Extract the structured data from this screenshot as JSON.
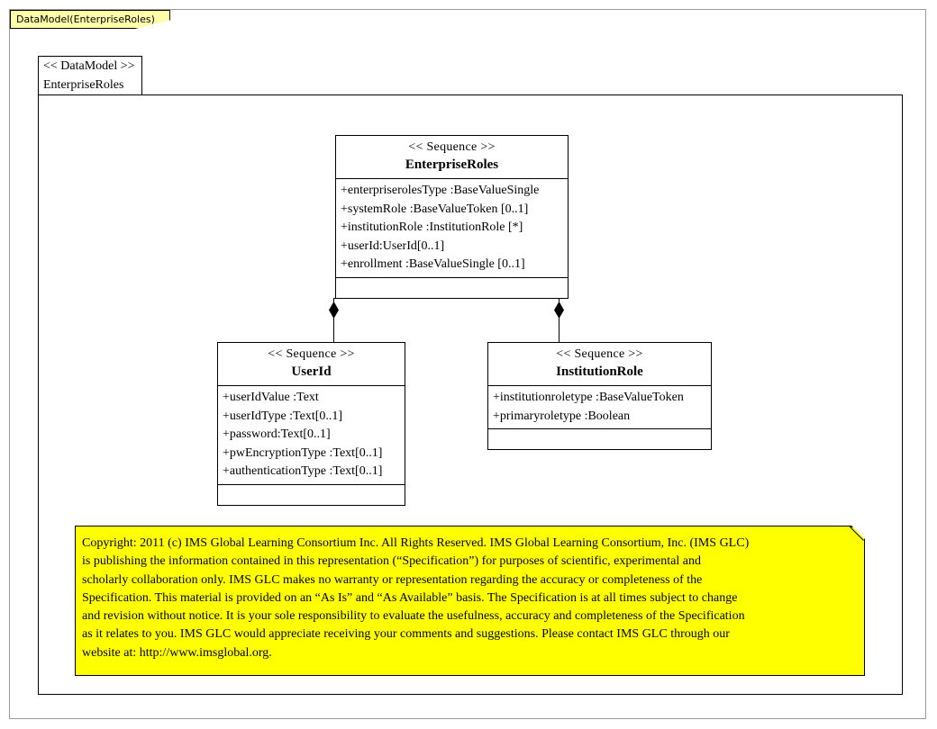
{
  "window": {
    "tab_label": "DataModel(EnterpriseRoles)"
  },
  "package": {
    "stereotype": "<< DataModel >>",
    "name": "EnterpriseRoles"
  },
  "classes": [
    {
      "id": "enterpriseroles",
      "stereotype": "<< Sequence >>",
      "name": "EnterpriseRoles",
      "attributes": [
        "+enterpriserolesType  :BaseValueSingle",
        "+systemRole :BaseValueToken [0..1]",
        "+institutionRole  :InstitutionRole  [*]",
        "+userId:UserId[0..1]",
        "+enrollment :BaseValueSingle  [0..1]"
      ],
      "operations": []
    },
    {
      "id": "userid",
      "stereotype": "<< Sequence >>",
      "name": "UserId",
      "attributes": [
        "+userIdValue :Text",
        "+userIdType :Text[0..1]",
        "+password:Text[0..1]",
        "+pwEncryptionType  :Text[0..1]",
        "+authenticationType  :Text[0..1]"
      ],
      "operations": []
    },
    {
      "id": "institutionrole",
      "stereotype": "<< Sequence >>",
      "name": "InstitutionRole",
      "attributes": [
        "+institutionroletype   :BaseValueToken",
        "+primaryroletype  :Boolean"
      ],
      "operations": []
    }
  ],
  "relationships": [
    {
      "name": "composition-enterpriseroles-userid",
      "type": "composition",
      "source": "EnterpriseRoles",
      "target": "UserId"
    },
    {
      "name": "composition-enterpriseroles-institutionrole",
      "type": "composition",
      "source": "EnterpriseRoles",
      "target": "InstitutionRole"
    }
  ],
  "note": {
    "lines": [
      "Copyright: 2011 (c) IMS Global Learning Consortium Inc.  All Rights Reserved.  IMS Global Learning Consortium, Inc. (IMS GLC)",
      "is publishing the information contained in this representation (“Specification”) for purposes of scientific, experimental and",
      "scholarly collaboration only.  IMS GLC makes no warranty or representation regarding  the accuracy or completeness of the",
      "Specification.  This material is provided on an “As Is” and “As Available” basis.  The Specification is at all times subject to change",
      "and revision without notice.  It is your sole responsibility to evaluate the usefulness, accuracy and completeness of the Specification",
      "as it relates to you.  IMS GLC would appreciate receiving your comments and suggestions.  Please contact IMS GLC through our",
      "website at: http://www.imsglobal.org."
    ]
  },
  "colors": {
    "note_background": "#ffff00",
    "tab_background": "#ffffaa",
    "line": "#000000",
    "outer_border": "#9a9a9a"
  }
}
